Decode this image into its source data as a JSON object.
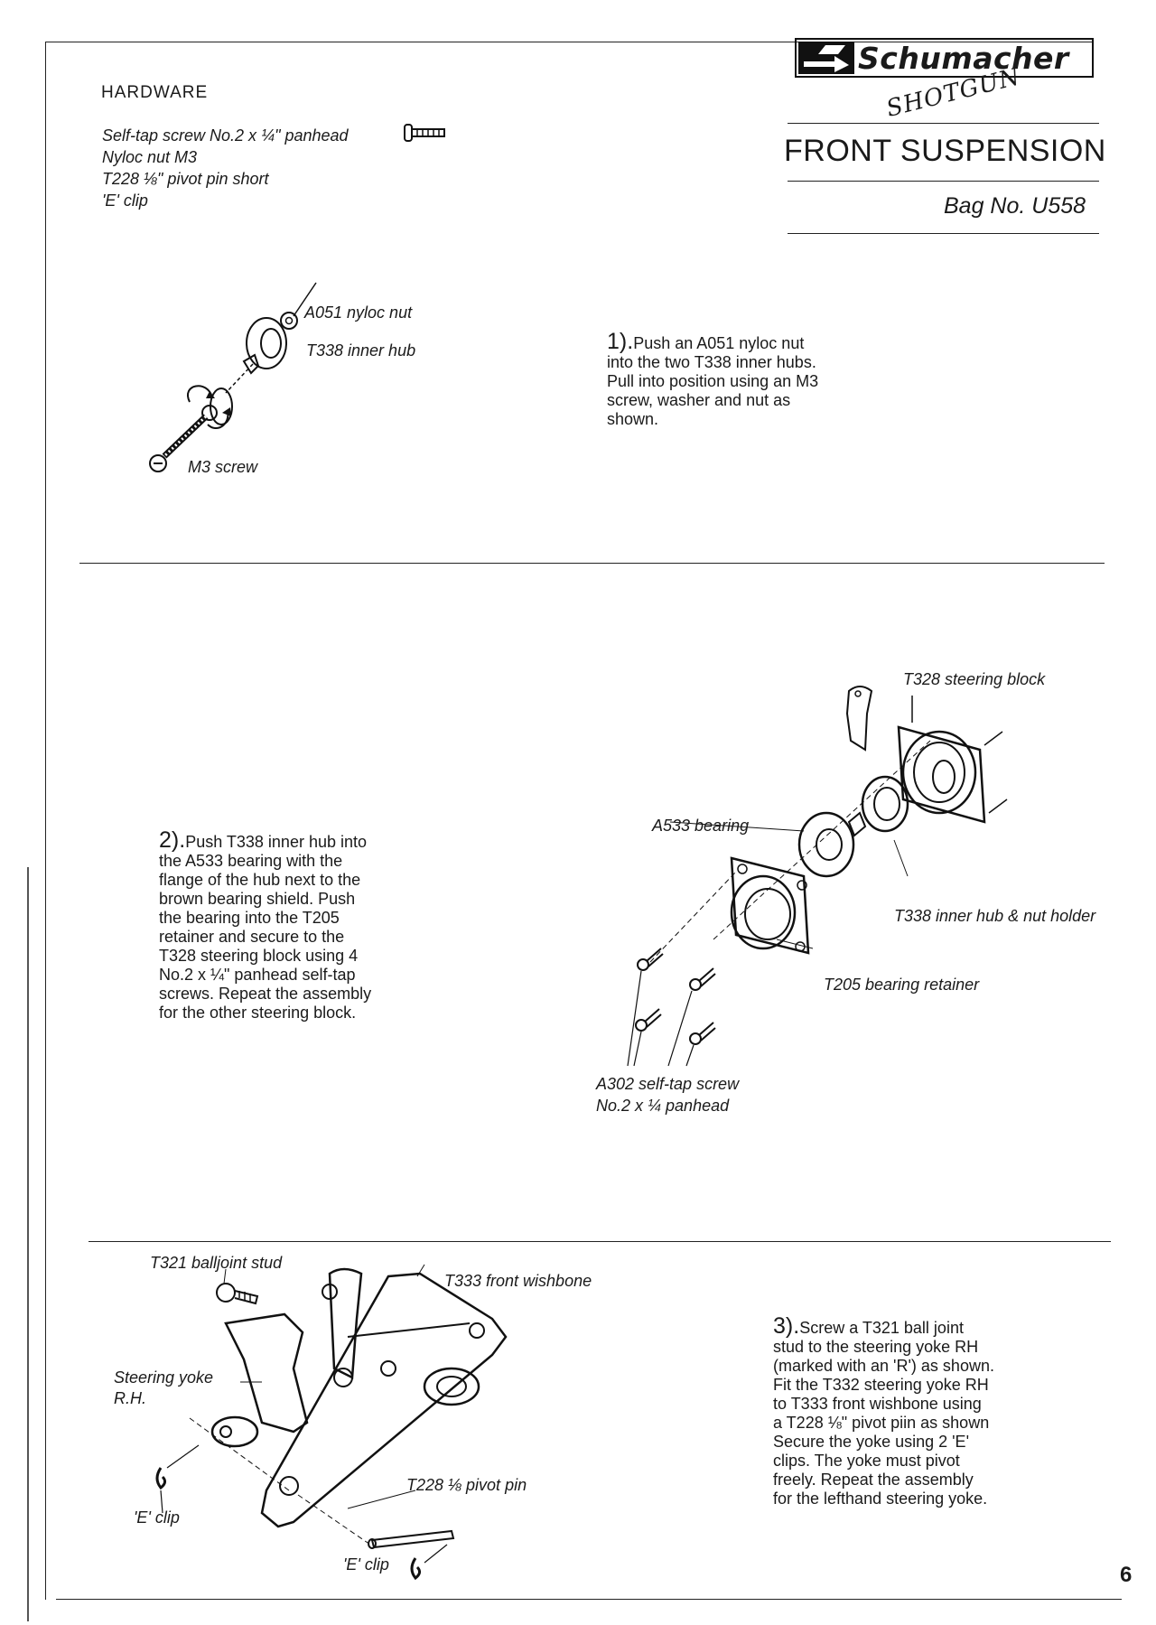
{
  "header": {
    "brand": "Schumacher",
    "model": "SHOTGUN",
    "section_title": "FRONT SUSPENSION",
    "bag": "Bag No. U558"
  },
  "hardware": {
    "title": "HARDWARE",
    "items": [
      "Self-tap screw No.2 x ¼\" panhead",
      "Nyloc nut M3",
      "T228    ⅛\" pivot pin short",
      "'E' clip"
    ]
  },
  "step1": {
    "number": "1).",
    "lines": [
      "Push an A051 nyloc nut",
      "into the two T338 inner hubs.",
      "Pull into position using an M3",
      "screw, washer and nut as",
      "shown."
    ],
    "labels": {
      "nut": "A051 nyloc nut",
      "hub": "T338 inner hub",
      "screw": "M3 screw"
    }
  },
  "step2": {
    "number": "2).",
    "lines": [
      "Push T338 inner hub into",
      "the A533 bearing with the",
      "flange of the hub next to the",
      "brown bearing shield.  Push",
      "the bearing into the T205",
      "retainer and secure to the",
      "T328 steering block using 4",
      "No.2 x ¼\" panhead self-tap",
      "screws.  Repeat the assembly",
      "for the other steering block."
    ],
    "labels": {
      "block": "T328 steering block",
      "bearing": "A533 bearing",
      "hub": "T338 inner hub & nut holder",
      "retainer": "T205 bearing retainer",
      "screw_1": "A302 self-tap screw",
      "screw_2": "No.2 x ¼  panhead"
    }
  },
  "step3": {
    "number": "3).",
    "lines": [
      "Screw a T321 ball joint",
      "stud to the steering yoke RH",
      "(marked with an 'R') as shown.",
      "Fit the T332 steering yoke RH",
      "to T333 front wishbone using",
      "a T228 ⅛\" pivot piin as shown",
      "Secure the yoke using 2 'E'",
      "clips.  The yoke must pivot",
      "freely.  Repeat the assembly",
      "for the lefthand steering yoke."
    ],
    "labels": {
      "stud": "T321 balljoint stud",
      "wishbone": "T333 front wishbone",
      "yoke_1": "Steering yoke",
      "yoke_2": "R.H.",
      "pin": "T228 ⅛  pivot pin",
      "clip_left": "'E' clip",
      "clip_bottom": "'E' clip"
    }
  },
  "page_number": "6"
}
